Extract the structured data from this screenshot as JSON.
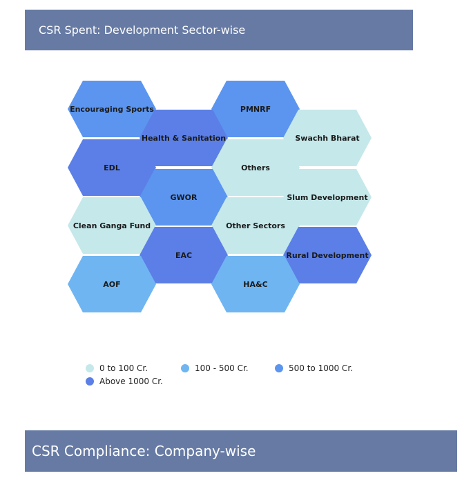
{
  "sections": {
    "spent_title": "CSR Spent: Development Sector-wise",
    "compliance_title": "CSR Compliance: Company-wise"
  },
  "colors": {
    "header_bg": "#667aa4",
    "bin_0_100": "#c5e8ea",
    "bin_100_500": "#6fb5f2",
    "bin_500_1000": "#5b95ef",
    "bin_above_1000": "#5b7fe6"
  },
  "chart_data": {
    "type": "heatmap",
    "layout": "hexagonal-tiles",
    "title": "",
    "cells": [
      {
        "label": "Encouraging Sports",
        "bin": "500 to 1000 Cr."
      },
      {
        "label": "PMNRF",
        "bin": "500 to 1000 Cr."
      },
      {
        "label": "Health & Sanitation",
        "bin": "Above 1000 Cr."
      },
      {
        "label": "Swachh Bharat",
        "bin": "0 to 100 Cr."
      },
      {
        "label": "EDL",
        "bin": "Above 1000 Cr."
      },
      {
        "label": "Others",
        "bin": "0 to 100 Cr."
      },
      {
        "label": "GWOR",
        "bin": "500 to 1000 Cr."
      },
      {
        "label": "Slum Development",
        "bin": "0 to 100 Cr."
      },
      {
        "label": "Clean Ganga Fund",
        "bin": "0 to 100 Cr."
      },
      {
        "label": "Other Sectors",
        "bin": "0 to 100 Cr."
      },
      {
        "label": "EAC",
        "bin": "Above 1000 Cr."
      },
      {
        "label": "Rural Development",
        "bin": "Above 1000 Cr."
      },
      {
        "label": "AOF",
        "bin": "100 - 500 Cr."
      },
      {
        "label": "HA&C",
        "bin": "100 - 500 Cr."
      }
    ],
    "legend": [
      {
        "label": "0 to 100 Cr.",
        "color": "#c5e8ea"
      },
      {
        "label": "100 - 500 Cr.",
        "color": "#6fb5f2"
      },
      {
        "label": "500 to 1000 Cr.",
        "color": "#5b95ef"
      },
      {
        "label": "Above 1000 Cr.",
        "color": "#5b7fe6"
      }
    ],
    "legend_placement": "bottom"
  }
}
